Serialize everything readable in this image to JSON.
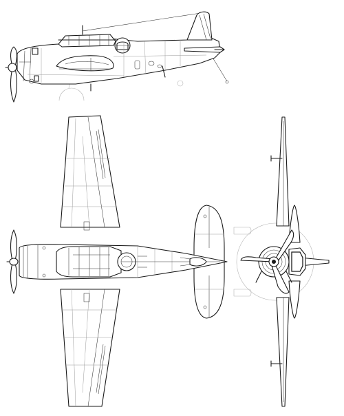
{
  "drawing": {
    "views": [
      {
        "id": "side",
        "name": "side-view"
      },
      {
        "id": "top",
        "name": "top-view"
      },
      {
        "id": "front",
        "name": "front-view"
      }
    ]
  }
}
